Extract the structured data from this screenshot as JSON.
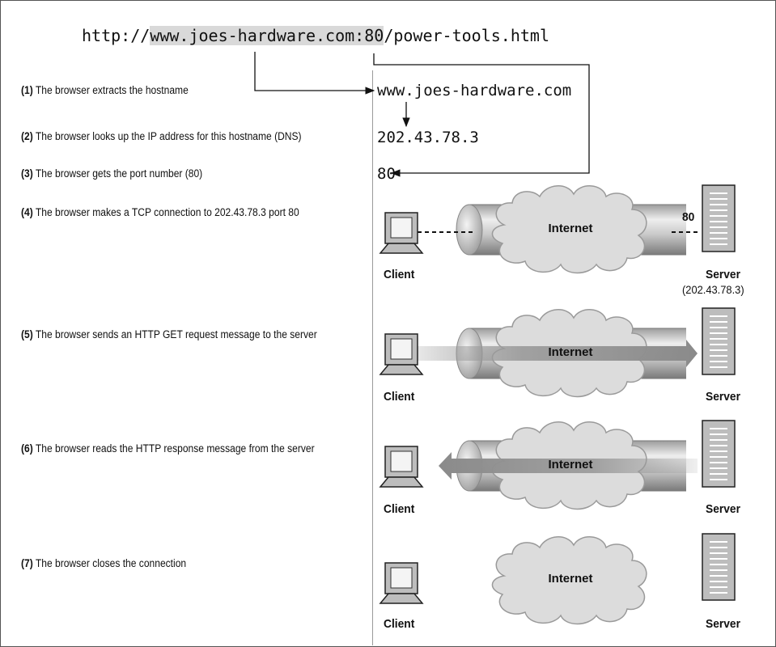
{
  "url": {
    "scheme": "http://",
    "host": "www.joes-hardware.com",
    "colon": ":",
    "port": "80",
    "path": "/power-tools.html"
  },
  "steps": [
    {
      "num": "(1)",
      "text": "The browser extracts the hostname"
    },
    {
      "num": "(2)",
      "text": "The browser looks up the IP address for this hostname (DNS)"
    },
    {
      "num": "(3)",
      "text": "The browser gets the port number (80)"
    },
    {
      "num": "(4)",
      "text": "The browser makes a TCP connection to 202.43.78.3 port 80"
    },
    {
      "num": "(5)",
      "text": "The browser sends an HTTP GET request message to the server"
    },
    {
      "num": "(6)",
      "text": "The browser reads the HTTP response message from the server"
    },
    {
      "num": "(7)",
      "text": "The browser closes the connection"
    }
  ],
  "values": {
    "hostname": "www.joes-hardware.com",
    "ip": "202.43.78.3",
    "port": "80"
  },
  "labels": {
    "client": "Client",
    "server": "Server",
    "internet": "Internet",
    "server_ip": "(202.43.78.3)",
    "port_tag": "80"
  }
}
